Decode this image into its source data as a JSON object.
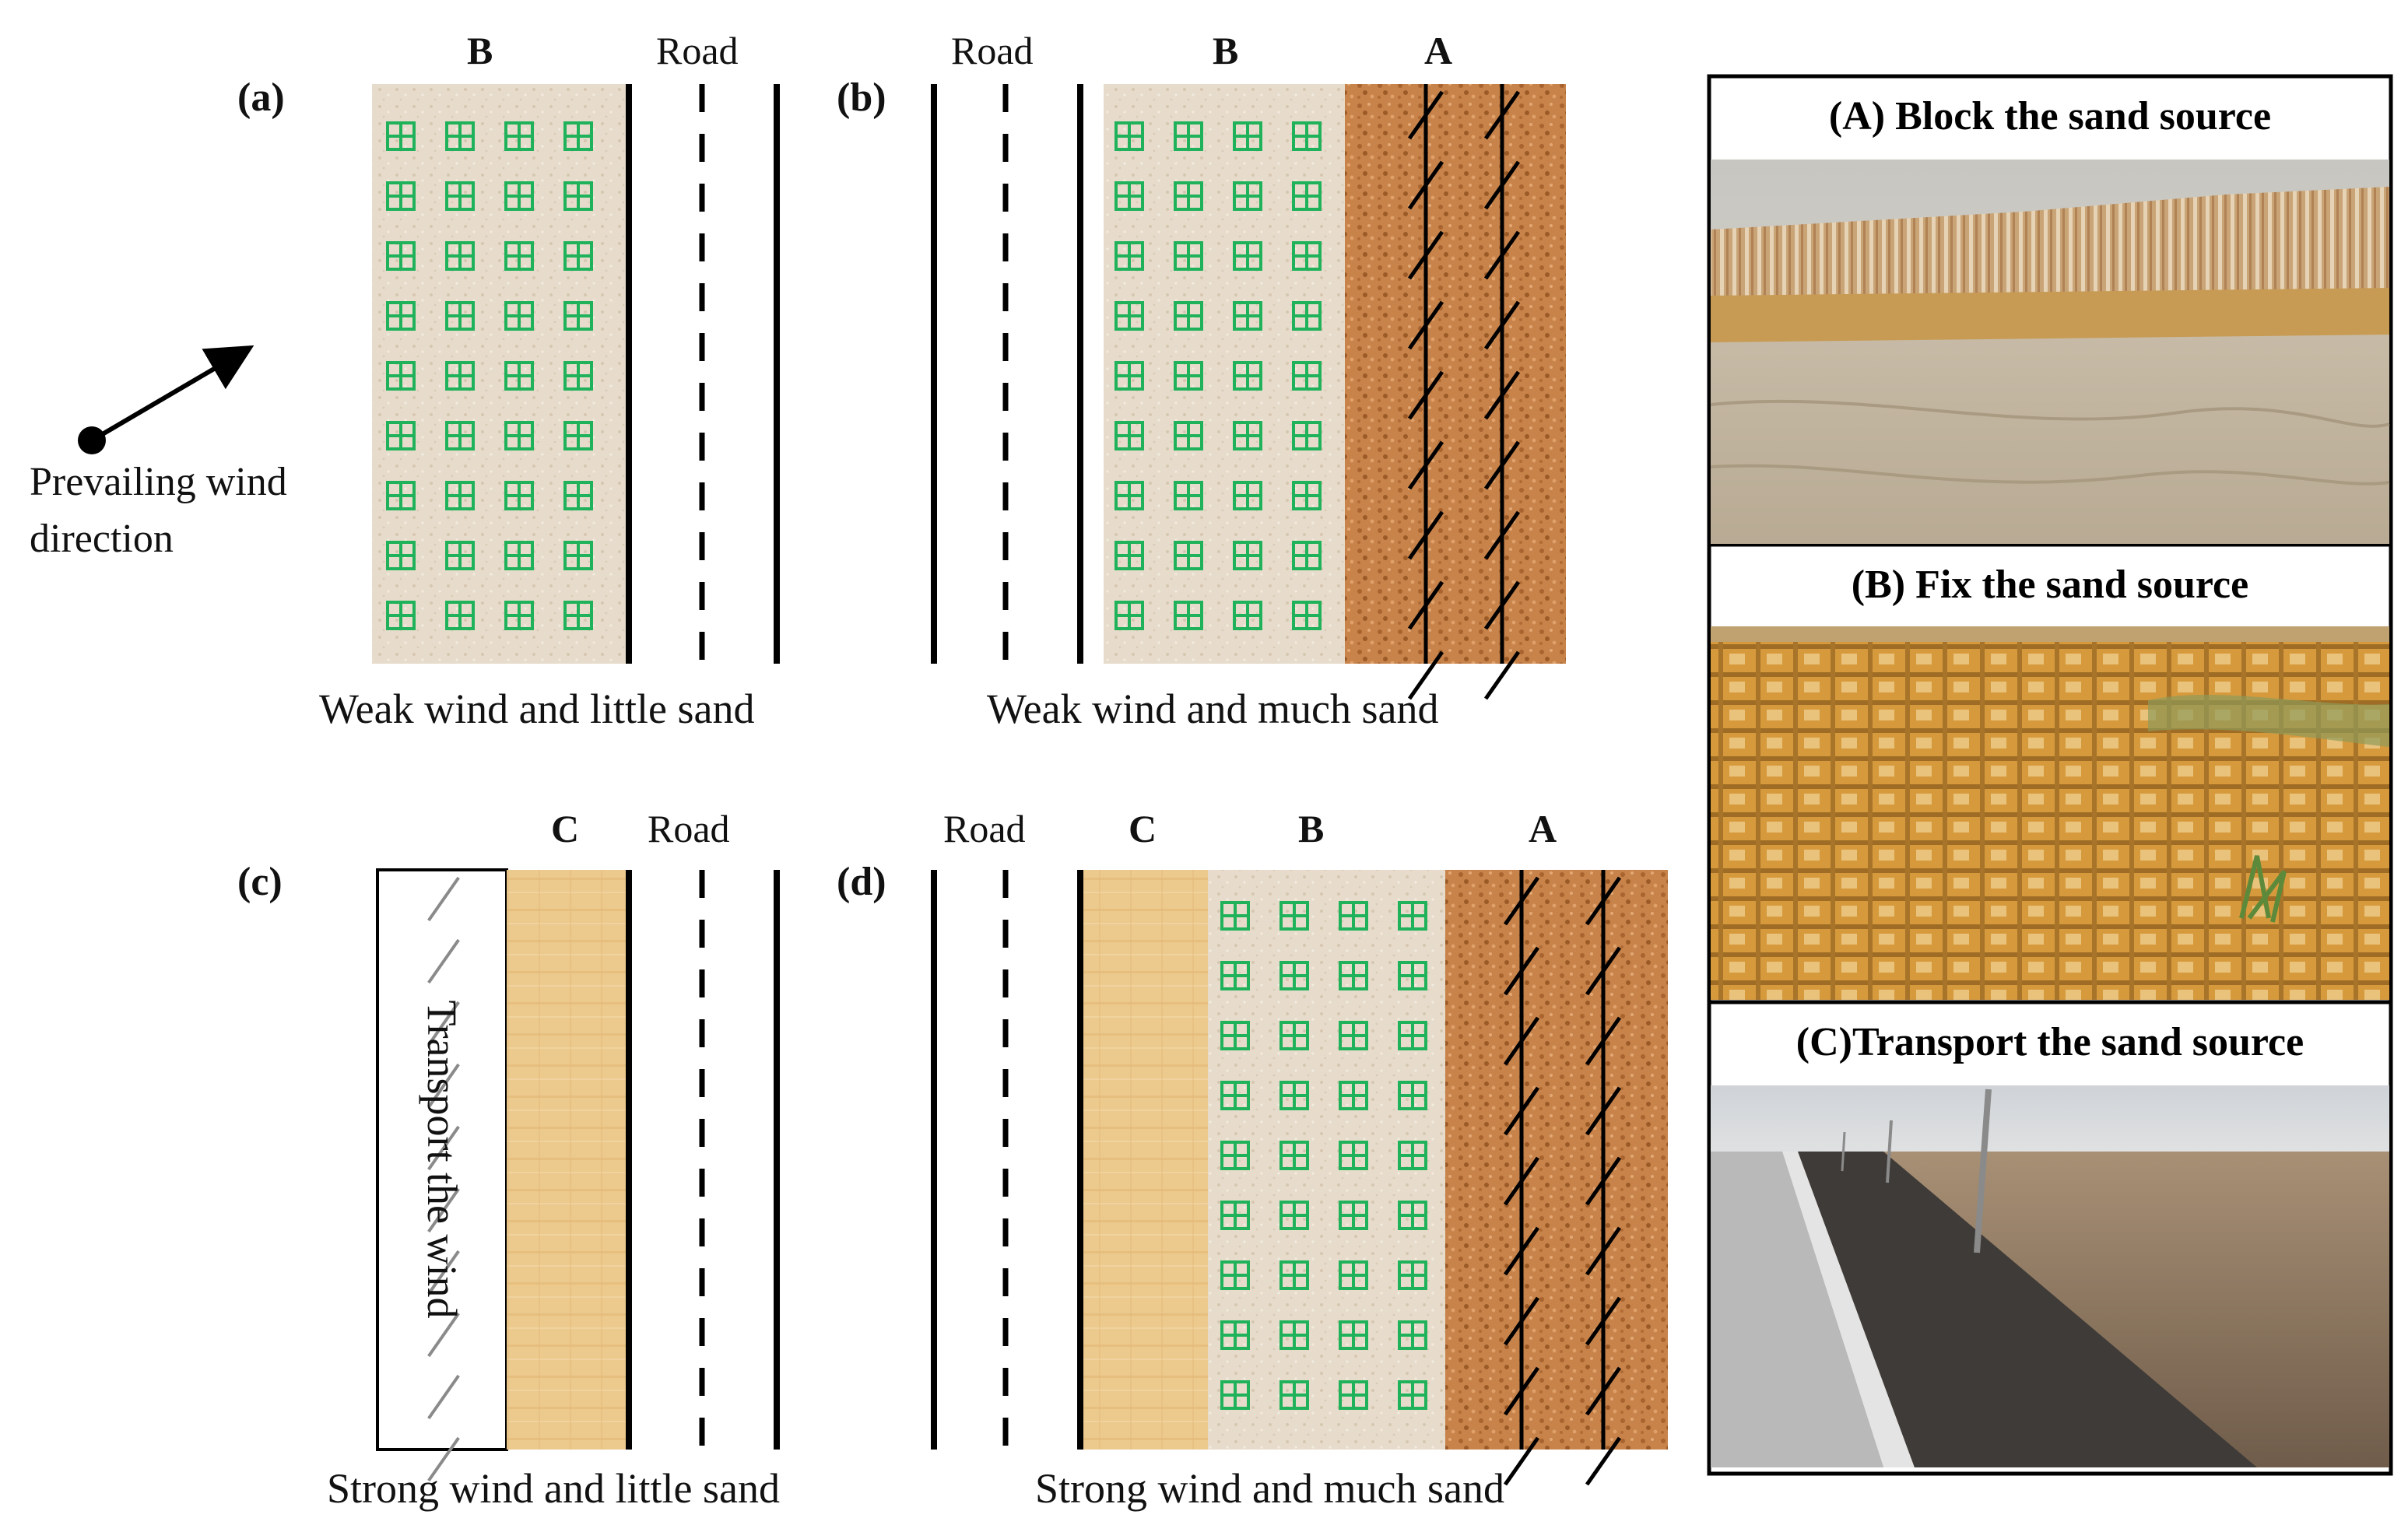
{
  "wind": {
    "line1": "Prevailing wind",
    "line2": "direction"
  },
  "panels": {
    "a": {
      "tag": "(a)",
      "zone_b": "B",
      "road": "Road",
      "caption": "Weak wind and little sand"
    },
    "b": {
      "tag": "(b)",
      "road": "Road",
      "zone_b": "B",
      "zone_a": "A",
      "caption": "Weak wind and much sand"
    },
    "c": {
      "tag": "(c)",
      "zone_c": "C",
      "road": "Road",
      "transport_text": "Transport the wind",
      "caption": "Strong wind and little sand"
    },
    "d": {
      "tag": "(d)",
      "road": "Road",
      "zone_c": "C",
      "zone_b": "B",
      "zone_a": "A",
      "caption": "Strong wind and much sand"
    }
  },
  "photos": [
    {
      "title": "(A) Block the sand source",
      "subject": "straw sand fence"
    },
    {
      "title": "(B) Fix the sand source",
      "subject": "straw checkerboard"
    },
    {
      "title": "(C)Transport the sand source",
      "subject": "road with gravel surface"
    }
  ],
  "colors": {
    "sand_b": "#e7dccb",
    "grid_green": "#1fb25a",
    "cork_a": "#c8834a",
    "zone_c": "#ecc98c",
    "line": "#000000"
  }
}
